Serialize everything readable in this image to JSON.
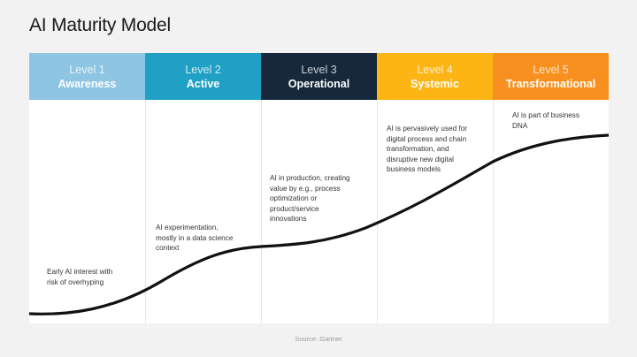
{
  "title": "AI Maturity Model",
  "levels": [
    {
      "number": "Level 1",
      "name": "Awareness",
      "color": "#8ec5e3",
      "description": [
        "Early AI interest with",
        "risk of overhyping"
      ]
    },
    {
      "number": "Level 2",
      "name": "Active",
      "color": "#21a0c6",
      "description": [
        "AI experimentation,",
        "mostly in a data science",
        "context"
      ]
    },
    {
      "number": "Level 3",
      "name": "Operational",
      "color": "#16283c",
      "description": [
        "AI in production, creating",
        "value by e.g., process",
        "optimization or",
        "product/service",
        "innovations"
      ]
    },
    {
      "number": "Level 4",
      "name": "Systemic",
      "color": "#fdb515",
      "description": [
        "AI is pervasively used for",
        "digital process and chain",
        "transformation, and",
        "disruptive new digital",
        "business models"
      ]
    },
    {
      "number": "Level 5",
      "name": "Transformational",
      "color": "#f7901e",
      "description": [
        "AI is part of business",
        "DNA"
      ]
    }
  ],
  "source": "Source: Gartner"
}
